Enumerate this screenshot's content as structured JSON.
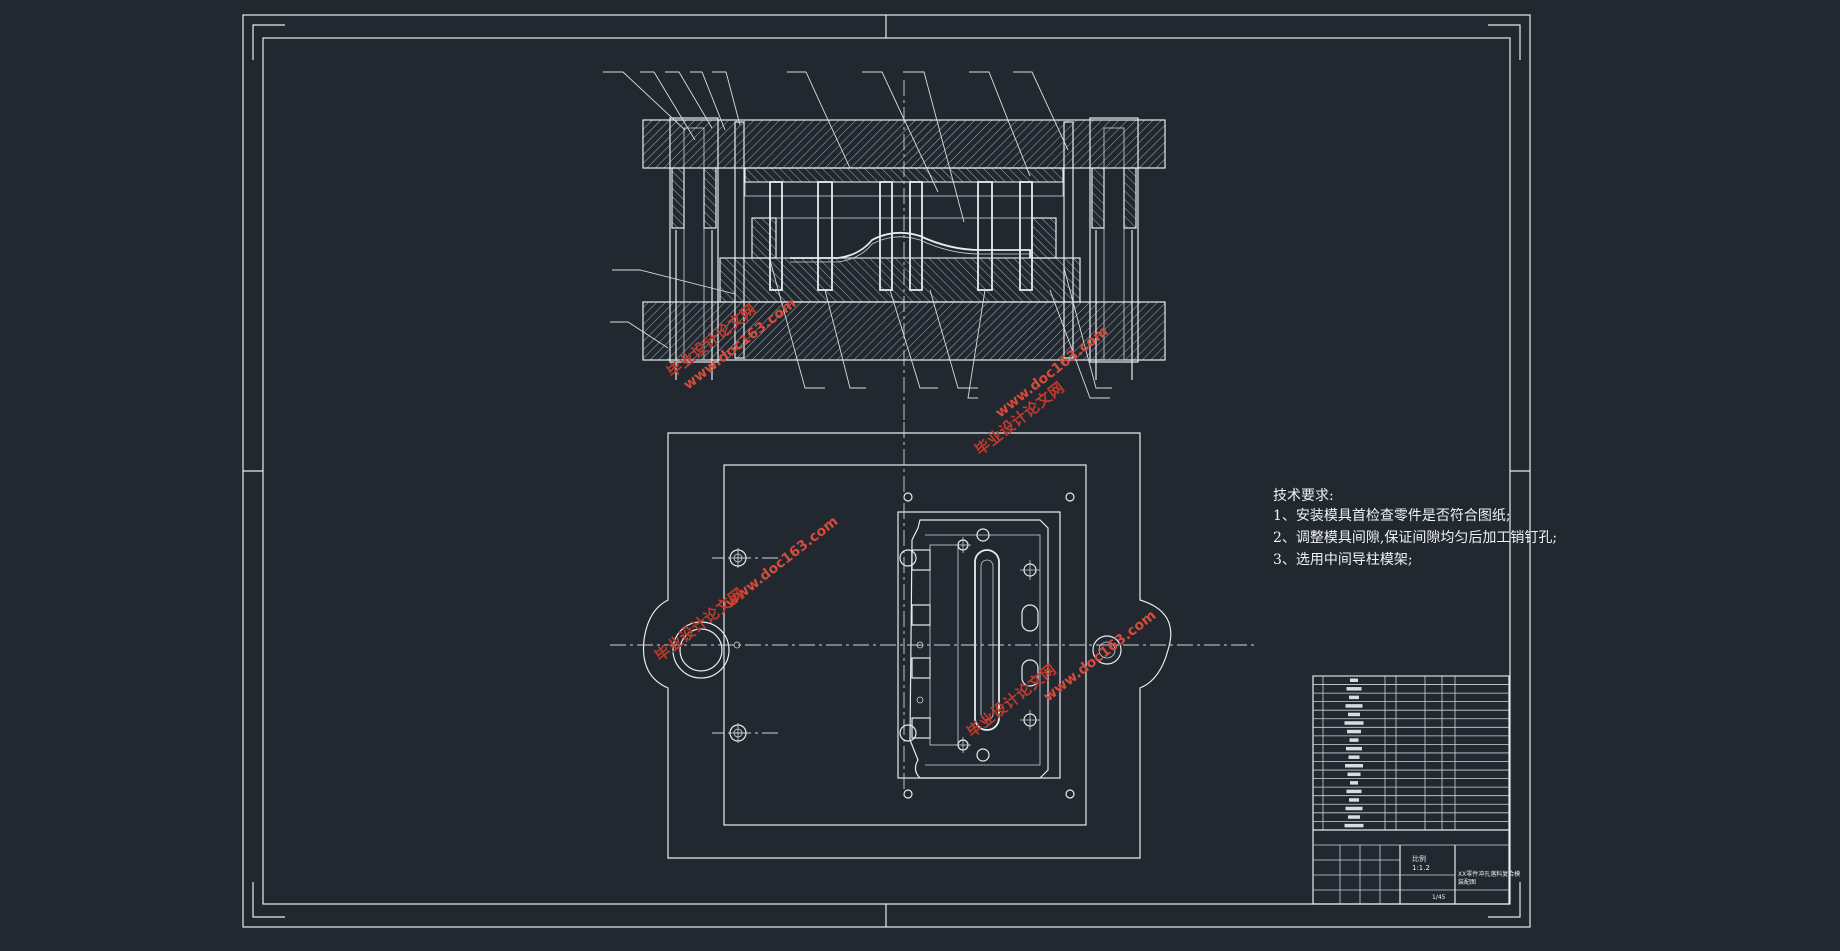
{
  "notes": {
    "heading": "技术要求:",
    "items": [
      "1、安装模具首检查零件是否符合图纸;",
      "2、调整模具间隙,保证间隙均匀后加工销钉孔;",
      "3、选用中间导柱模架;"
    ]
  },
  "watermark": {
    "name": "毕业设计论文网",
    "url": "www.doc163.com"
  },
  "title_block": {
    "scale_a": "比例",
    "scale_b": "1:1.2",
    "title": "XX零件冲孔落料复合模",
    "sub": "装配图",
    "sheet": "1/45"
  },
  "colors": {
    "background": "#212830",
    "line": "#e8ecef",
    "watermark": "#c0392b"
  }
}
